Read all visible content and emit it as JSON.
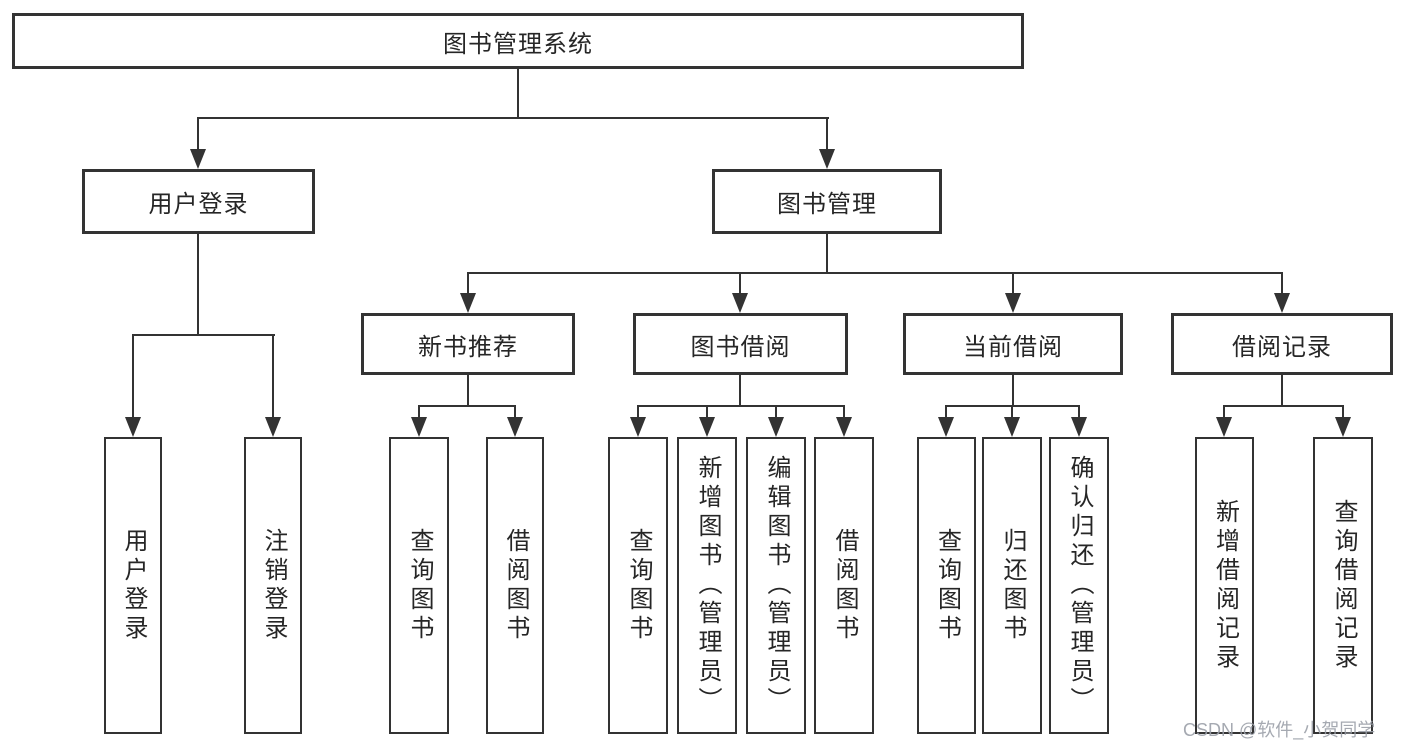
{
  "diagram": {
    "title": "图书管理系统",
    "level2": {
      "user_login": "用户登录",
      "book_management": "图书管理"
    },
    "level3": {
      "new_book_recommend": "新书推荐",
      "book_borrowing": "图书借阅",
      "current_borrowing": "当前借阅",
      "borrow_records": "借阅记录"
    },
    "leaves": {
      "user_login": "用户登录",
      "logout": "注销登录",
      "query_book_recommend": "查询图书",
      "borrow_book_recommend": "借阅图书",
      "query_book_borrow": "查询图书",
      "add_book_admin": "新增图书（管理员）",
      "edit_book_admin": "编辑图书（管理员）",
      "borrow_book_borrow": "借阅图书",
      "query_book_current": "查询图书",
      "return_book": "归还图书",
      "confirm_return_admin": "确认归还（管理员）",
      "add_borrow_record": "新增借阅记录",
      "query_borrow_record": "查询借阅记录"
    }
  },
  "watermark": {
    "text": "CSDN @软件_小贺同学"
  },
  "colors": {
    "line": "#333333",
    "text": "#262626",
    "watermark": "#9ba0a8",
    "background": "#ffffff"
  }
}
